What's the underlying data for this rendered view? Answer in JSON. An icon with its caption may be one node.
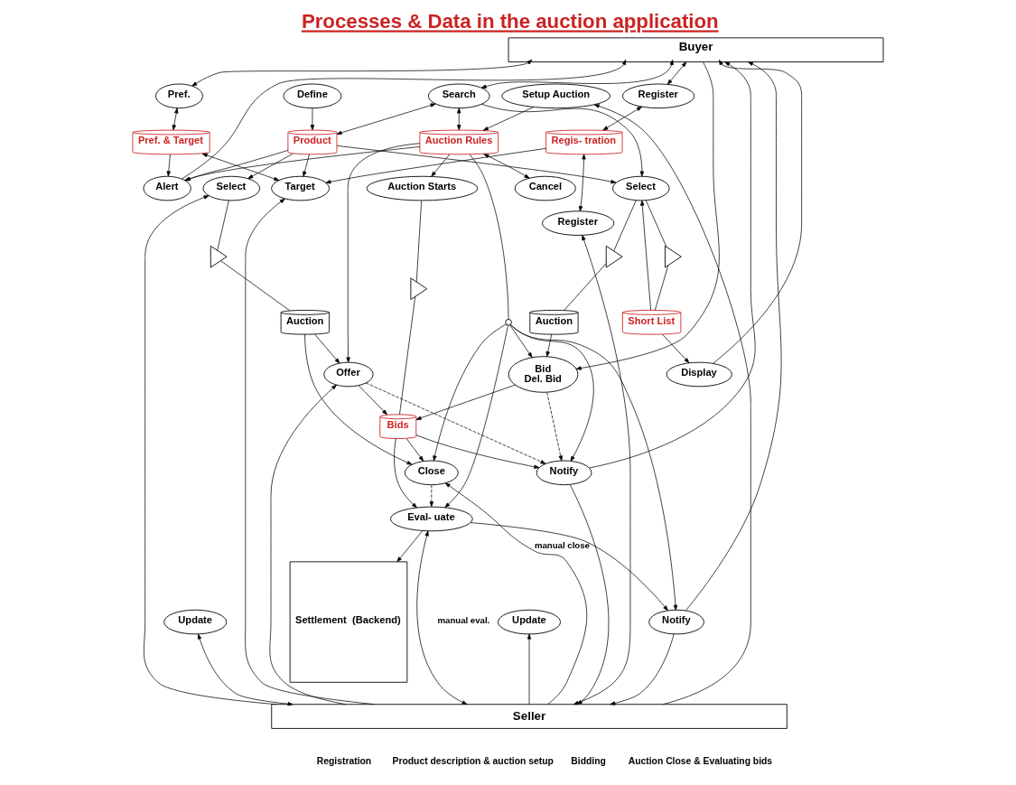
{
  "diagram": {
    "title": "Processes & Data in the auction application",
    "nodes": [
      {
        "text": [
          "Buyer"
        ]
      },
      {
        "text": [
          "Register"
        ]
      },
      {
        "text": [
          "Alert"
        ]
      },
      {
        "text": [
          "Search"
        ]
      },
      {
        "text": [
          "Display"
        ]
      },
      {
        "text": [
          "Select"
        ]
      },
      {
        "text": [
          "Short List"
        ]
      },
      {
        "text": [
          "Auction"
        ]
      },
      {
        "text": [
          "Bid",
          "Del. Bid"
        ]
      },
      {
        "text": [
          "Pref."
        ]
      },
      {
        "text": [
          "Regis- tration"
        ]
      },
      {
        "text": [
          "Pref. & Target"
        ]
      },
      {
        "text": [
          "Product"
        ]
      },
      {
        "text": [
          "Auction Rules"
        ]
      },
      {
        "text": [
          "Auction Starts"
        ]
      },
      {
        "text": [
          "Bids"
        ]
      },
      {
        "text": [
          "Notify"
        ]
      },
      {
        "text": [
          "Notify"
        ]
      },
      {
        "text": [
          "Settlement  (Backend)"
        ]
      },
      {
        "text": [
          "Target"
        ]
      },
      {
        "text": [
          "Define"
        ]
      },
      {
        "text": [
          "Update"
        ]
      },
      {
        "text": [
          "Register"
        ]
      },
      {
        "text": [
          "Setup Auction"
        ]
      },
      {
        "text": [
          "Cancel"
        ]
      },
      {
        "text": [
          "Update"
        ]
      },
      {
        "text": [
          "Offer"
        ]
      },
      {
        "text": [
          "Close"
        ]
      },
      {
        "text": [
          "Eval- uate"
        ]
      },
      {
        "text": [
          "Select"
        ]
      },
      {
        "text": [
          "Auction"
        ]
      },
      {
        "text": [
          "Seller"
        ]
      },
      {
        "text": [],
        "shape": "circle"
      },
      {
        "text": [],
        "shape": "triangle"
      },
      {
        "text": [],
        "shape": "triangle"
      },
      {
        "text": [],
        "shape": "triangle"
      },
      {
        "text": [],
        "shape": "triangle"
      }
    ],
    "edges": [
      {
        "from": 0,
        "to": 1,
        "arrow": "both"
      },
      {
        "from": 0,
        "to": 9,
        "arrow": "both"
      },
      {
        "from": 2,
        "to": 0,
        "arrow": "to"
      },
      {
        "from": 0,
        "to": 3,
        "arrow": "both"
      },
      {
        "from": 4,
        "to": 0,
        "arrow": "to"
      },
      {
        "from": 0,
        "to": 8,
        "arrow": "to"
      },
      {
        "from": 16,
        "to": 0,
        "arrow": "to"
      },
      {
        "from": 17,
        "to": 0,
        "arrow": "to"
      },
      {
        "from": 1,
        "to": 10,
        "arrow": "both"
      },
      {
        "from": 9,
        "to": 11,
        "arrow": "both"
      },
      {
        "from": 11,
        "to": 2,
        "arrow": "to"
      },
      {
        "from": 12,
        "to": 2,
        "arrow": "to"
      },
      {
        "from": 13,
        "to": 2,
        "arrow": "to"
      },
      {
        "from": 3,
        "to": 12,
        "arrow": "both"
      },
      {
        "from": 3,
        "to": 13,
        "arrow": "both"
      },
      {
        "from": 12,
        "to": 5,
        "arrow": "to"
      },
      {
        "from": 3,
        "to": 5,
        "arrow": "to"
      },
      {
        "from": 5,
        "to": 33,
        "arrow": "none"
      },
      {
        "from": 33,
        "to": 6,
        "arrow": "none"
      },
      {
        "from": 6,
        "to": 5,
        "arrow": "to"
      },
      {
        "from": 6,
        "to": 4,
        "arrow": "to"
      },
      {
        "from": 5,
        "to": 34,
        "arrow": "none"
      },
      {
        "from": 34,
        "to": 7,
        "arrow": "none"
      },
      {
        "from": 7,
        "to": 8,
        "arrow": "to"
      },
      {
        "from": 8,
        "to": 15,
        "arrow": "to"
      },
      {
        "from": 8,
        "to": 16,
        "arrow": "to",
        "style": "dashed"
      },
      {
        "from": 13,
        "to": 14,
        "arrow": "to"
      },
      {
        "from": 14,
        "to": 35,
        "arrow": "none"
      },
      {
        "from": 35,
        "to": 15,
        "arrow": "none"
      },
      {
        "from": 15,
        "to": 16,
        "arrow": "to"
      },
      {
        "from": 26,
        "to": 16,
        "arrow": "to",
        "style": "dashed"
      },
      {
        "from": 26,
        "to": 15,
        "arrow": "to"
      },
      {
        "from": 15,
        "to": 27,
        "arrow": "to"
      },
      {
        "from": 15,
        "to": 28,
        "arrow": "to"
      },
      {
        "from": 13,
        "to": 32,
        "arrow": "none"
      },
      {
        "from": 32,
        "to": 16,
        "arrow": "to"
      },
      {
        "from": 32,
        "to": 17,
        "arrow": "to"
      },
      {
        "from": 32,
        "to": 27,
        "arrow": "to"
      },
      {
        "from": 32,
        "to": 28,
        "arrow": "to"
      },
      {
        "from": 32,
        "to": 8,
        "arrow": "to"
      },
      {
        "from": 28,
        "to": 17,
        "arrow": "to"
      },
      {
        "from": 16,
        "to": 31,
        "arrow": "to"
      },
      {
        "from": 17,
        "to": 31,
        "arrow": "to"
      },
      {
        "from": 28,
        "to": 18,
        "arrow": "to"
      },
      {
        "from": 27,
        "to": 28,
        "arrow": "to",
        "style": "dashed"
      },
      {
        "from": 31,
        "to": 27,
        "arrow": "to",
        "label": "manual close"
      },
      {
        "from": 31,
        "to": 28,
        "arrow": "both",
        "label": "manual eval."
      },
      {
        "from": 30,
        "to": 26,
        "arrow": "to"
      },
      {
        "from": 30,
        "to": 27,
        "arrow": "to"
      },
      {
        "from": 29,
        "to": 36,
        "arrow": "none"
      },
      {
        "from": 36,
        "to": 30,
        "arrow": "none"
      },
      {
        "from": 31,
        "to": 29,
        "arrow": "to"
      },
      {
        "from": 31,
        "to": 26,
        "arrow": "to"
      },
      {
        "from": 12,
        "to": 29,
        "arrow": "to"
      },
      {
        "from": 13,
        "to": 26,
        "arrow": "to"
      },
      {
        "from": 13,
        "to": 24,
        "arrow": "both"
      },
      {
        "from": 10,
        "to": 19,
        "arrow": "to"
      },
      {
        "from": 11,
        "to": 19,
        "arrow": "both"
      },
      {
        "from": 12,
        "to": 19,
        "arrow": "to"
      },
      {
        "from": 20,
        "to": 12,
        "arrow": "to"
      },
      {
        "from": 23,
        "to": 13,
        "arrow": "to"
      },
      {
        "from": 10,
        "to": 22,
        "arrow": "both"
      },
      {
        "from": 31,
        "to": 22,
        "arrow": "both"
      },
      {
        "from": 31,
        "to": 19,
        "arrow": "to"
      },
      {
        "from": 31,
        "to": 21,
        "arrow": "to"
      },
      {
        "from": 31,
        "to": 23,
        "arrow": "to"
      },
      {
        "from": 31,
        "to": 25,
        "arrow": "both"
      }
    ],
    "labels": [
      "Registration",
      "Product description & auction setup",
      "Bidding",
      "Auction Close & Evaluating bids"
    ]
  }
}
